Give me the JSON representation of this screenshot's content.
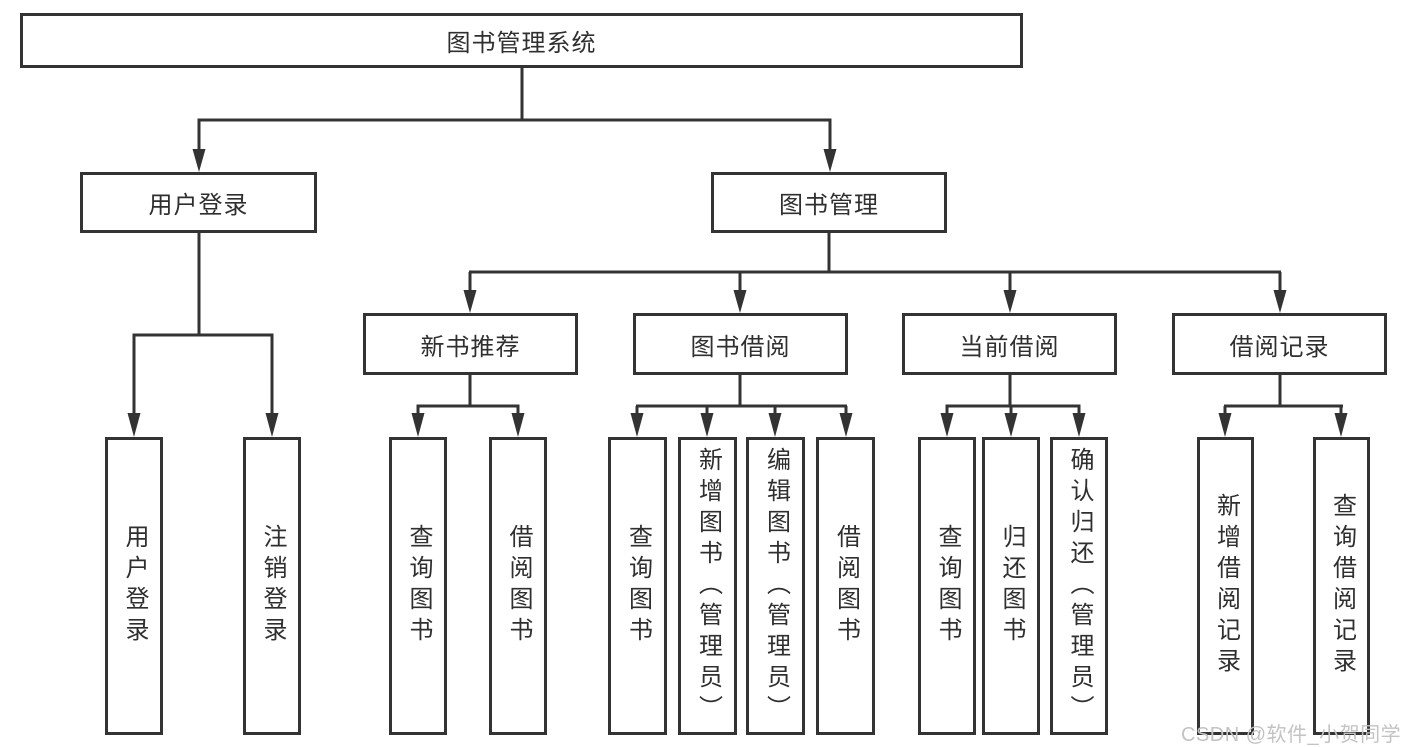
{
  "diagram": {
    "type": "hierarchy",
    "title": "图书管理系统"
  },
  "nodes": {
    "root": "图书管理系统",
    "user_login": "用户登录",
    "book_mgmt": "图书管理",
    "new_book_rec": "新书推荐",
    "book_borrow": "图书借阅",
    "current_borrow": "当前借阅",
    "borrow_records": "借阅记录",
    "v_user_login": "用户登录",
    "v_logout": "注销登录",
    "v_query_book_1": "查询图书",
    "v_borrow_book_1": "借阅图书",
    "v_query_book_2": "查询图书",
    "v_add_book": "新增图书（管理员）",
    "v_edit_book": "编辑图书（管理员）",
    "v_borrow_book_2": "借阅图书",
    "v_query_book_3": "查询图书",
    "v_return_book": "归还图书",
    "v_confirm_return": "确认归还（管理员）",
    "v_add_record": "新增借阅记录",
    "v_query_record": "查询借阅记录"
  },
  "hierarchy": {
    "图书管理系统": [
      "用户登录",
      "图书管理"
    ],
    "用户登录": [
      "用户登录",
      "注销登录"
    ],
    "图书管理": [
      "新书推荐",
      "图书借阅",
      "当前借阅",
      "借阅记录"
    ],
    "新书推荐": [
      "查询图书",
      "借阅图书"
    ],
    "图书借阅": [
      "查询图书",
      "新增图书（管理员）",
      "编辑图书（管理员）",
      "借阅图书"
    ],
    "当前借阅": [
      "查询图书",
      "归还图书",
      "确认归还（管理员）"
    ],
    "借阅记录": [
      "新增借阅记录",
      "查询借阅记录"
    ]
  },
  "watermark": {
    "text": "CSDN @软件_小贺同学",
    "color": "#c3c3c5"
  },
  "colors": {
    "line": "#333333",
    "node_border": "#333333",
    "text": "#2f2f2f",
    "background": "#ffffff"
  }
}
